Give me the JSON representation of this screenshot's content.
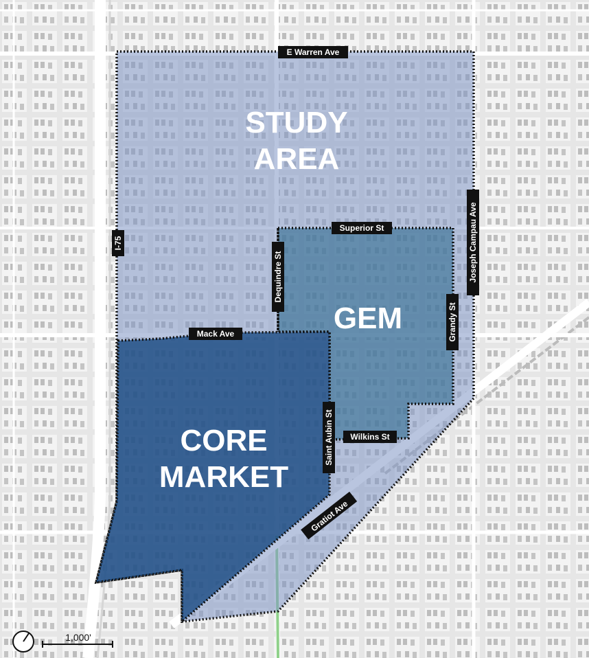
{
  "map": {
    "zones": {
      "study_area": {
        "line1": "STUDY",
        "line2": "AREA",
        "color": "#7f96c4"
      },
      "gem": {
        "label": "GEM",
        "color": "#2f6a8f"
      },
      "core_market": {
        "line1": "CORE",
        "line2": "MARKET",
        "color": "#14477f"
      }
    },
    "streets": {
      "e_warren": "E Warren Ave",
      "superior": "Superior St",
      "i75": "I-75",
      "dequindre": "Dequindre St",
      "joseph_campau": "Joseph Campau Ave",
      "mack": "Mack Ave",
      "grandy": "Grandy St",
      "saint_aubin": "Saint Aubin St",
      "wilkins": "Wilkins St",
      "gratiot": "Gratiot Ave"
    },
    "scale_bar": {
      "label": "1,000'"
    },
    "icons": {
      "north_arrow": "north-arrow-icon"
    }
  }
}
